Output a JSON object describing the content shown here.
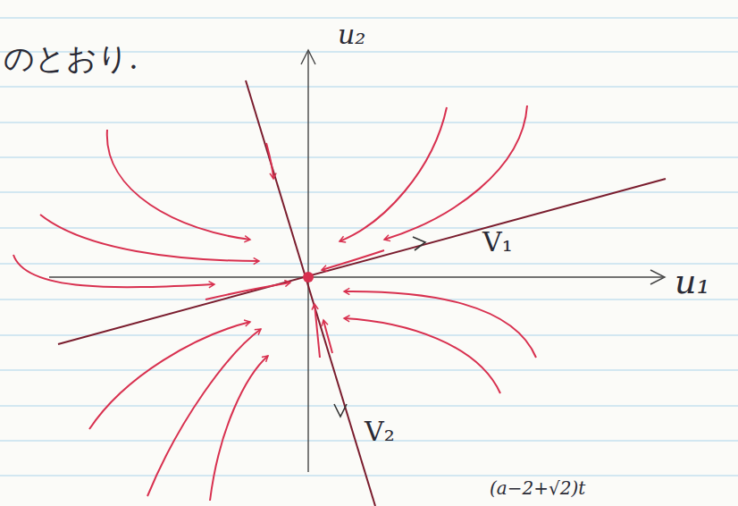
{
  "diagram": {
    "labels": [
      "のとおり.",
      "u₂",
      "u₁",
      "V₁",
      "V₂",
      "(a−2+√2)t"
    ]
  }
}
